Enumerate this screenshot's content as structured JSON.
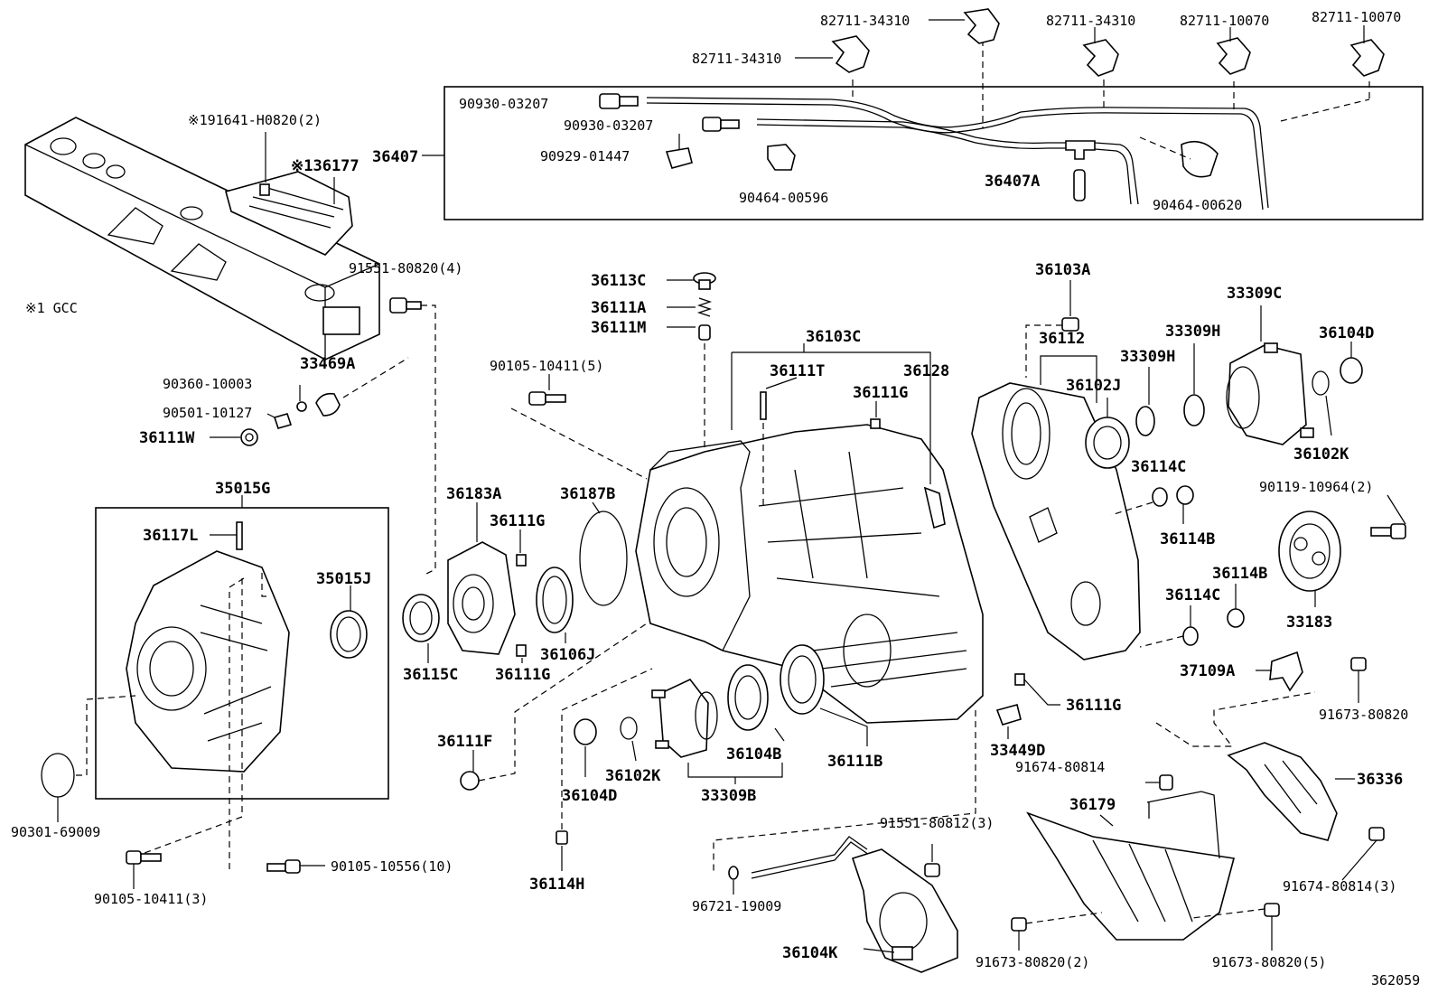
{
  "diagram": {
    "reference_number": "362059",
    "note": "※1 GCC",
    "labels": {
      "p82711_34310_a": "82711-34310",
      "p82711_34310_b": "82711-34310",
      "p82711_34310_c": "82711-34310",
      "p82711_10070_a": "82711-10070",
      "p82711_10070_b": "82711-10070",
      "p90930_03207_a": "90930-03207",
      "p90930_03207_b": "90930-03207",
      "p90929_01447": "90929-01447",
      "p90464_00596": "90464-00596",
      "p90464_00620": "90464-00620",
      "p36407": "36407",
      "p36407A": "36407A",
      "p91641_H0820": "※191641-H0820(2)",
      "p36177": "※136177",
      "p91551_80820": "91551-80820(4)",
      "p90360_10003": "90360-10003",
      "p33469A": "33469A",
      "p90501_10127": "90501-10127",
      "p36111W": "36111W",
      "p35015G": "35015G",
      "p36117L": "36117L",
      "p35015J": "35015J",
      "p90301_69009": "90301-69009",
      "p90105_10411_3": "90105-10411(3)",
      "p90105_10556": "90105-10556(10)",
      "p36113C": "36113C",
      "p36111A": "36111A",
      "p36111M": "36111M",
      "p90105_10411_5": "90105-10411(5)",
      "p36183A": "36183A",
      "p36111G_a": "36111G",
      "p36187B": "36187B",
      "p36115C": "36115C",
      "p36111G_b": "36111G",
      "p36106J": "36106J",
      "p36103C": "36103C",
      "p36111T": "36111T",
      "p36128": "36128",
      "p36111G_c": "36111G",
      "p36111F": "36111F",
      "p36104D_a": "36104D",
      "p36102K_a": "36102K",
      "p36104B": "36104B",
      "p33309B": "33309B",
      "p36111B": "36111B",
      "p36114H": "36114H",
      "p36111G_d": "36111G",
      "p33449D": "33449D",
      "p36103A": "36103A",
      "p36112": "36112",
      "p36102J": "36102J",
      "p33309H_a": "33309H",
      "p33309H_b": "33309H",
      "p33309C": "33309C",
      "p36104D_b": "36104D",
      "p36102K_b": "36102K",
      "p36114C_a": "36114C",
      "p36114B_a": "36114B",
      "p90119_10964": "90119-10964(2)",
      "p36114B_b": "36114B",
      "p36114C_b": "36114C",
      "p33183": "33183",
      "p37109A": "37109A",
      "p91673_80820_a": "91673-80820",
      "p91674_80814_a": "91674-80814",
      "p36336": "36336",
      "p36179": "36179",
      "p91551_80812": "91551-80812(3)",
      "p96721_19009": "96721-19009",
      "p36104K": "36104K",
      "p91674_80814_b": "91674-80814(3)",
      "p91673_80820_2": "91673-80820(2)",
      "p91673_80820_5": "91673-80820(5)"
    }
  }
}
